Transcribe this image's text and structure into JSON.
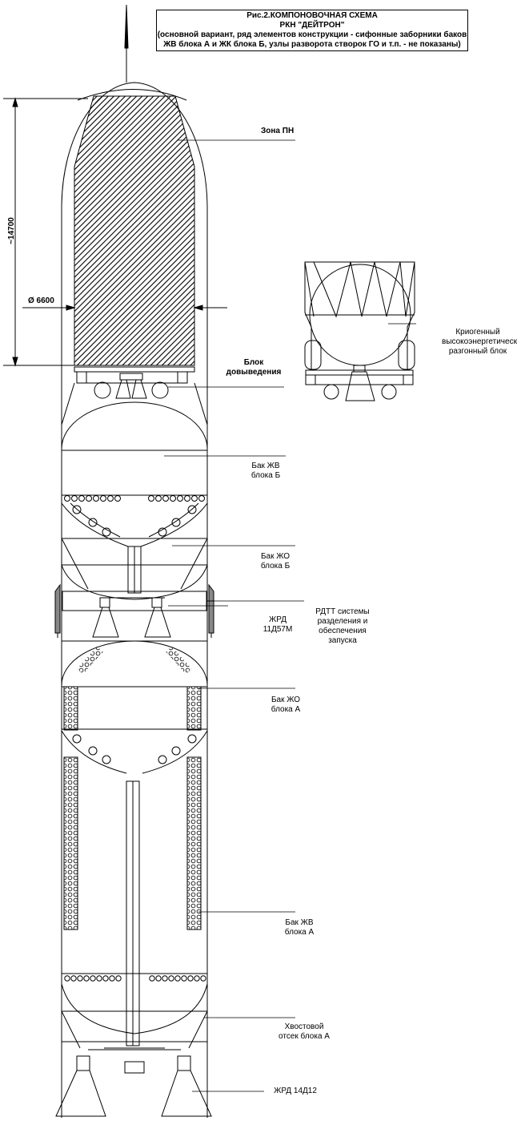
{
  "title": {
    "line1": "Рис.2.КОМПОНОВОЧНАЯ  СХЕМА",
    "line2": "РКН \"ДЕЙТРОН\"",
    "line3": "(основной вариант, ряд элементов конструкции - сифонные заборники баков",
    "line4": "ЖВ блока А и ЖК блока Б, узлы разворота створок ГО и т.п. - не показаны)"
  },
  "dimensions": {
    "height": "~14700",
    "diameter": "Ø 6600"
  },
  "labels": {
    "payload_zone": "Зона ПН",
    "upper_stage": "Блок довыведения",
    "cryo_stage": "Криогенный высокоэнергетический разгонный блок",
    "tank_lh_b": "Бак ЖВ блока Б",
    "tank_lox_b": "Бак ЖО блока Б",
    "srm": "РДТТ системы разделения и обеспечения запуска",
    "engine_b": "ЖРД 11Д57М",
    "tank_lox_a": "Бак ЖО блока А",
    "tank_lh_a": "Бак ЖВ блока А",
    "tail_a": "Хвостовой отсек блока А",
    "engine_a": "ЖРД 14Д12"
  },
  "colors": {
    "line": "#000000",
    "background": "#ffffff"
  }
}
